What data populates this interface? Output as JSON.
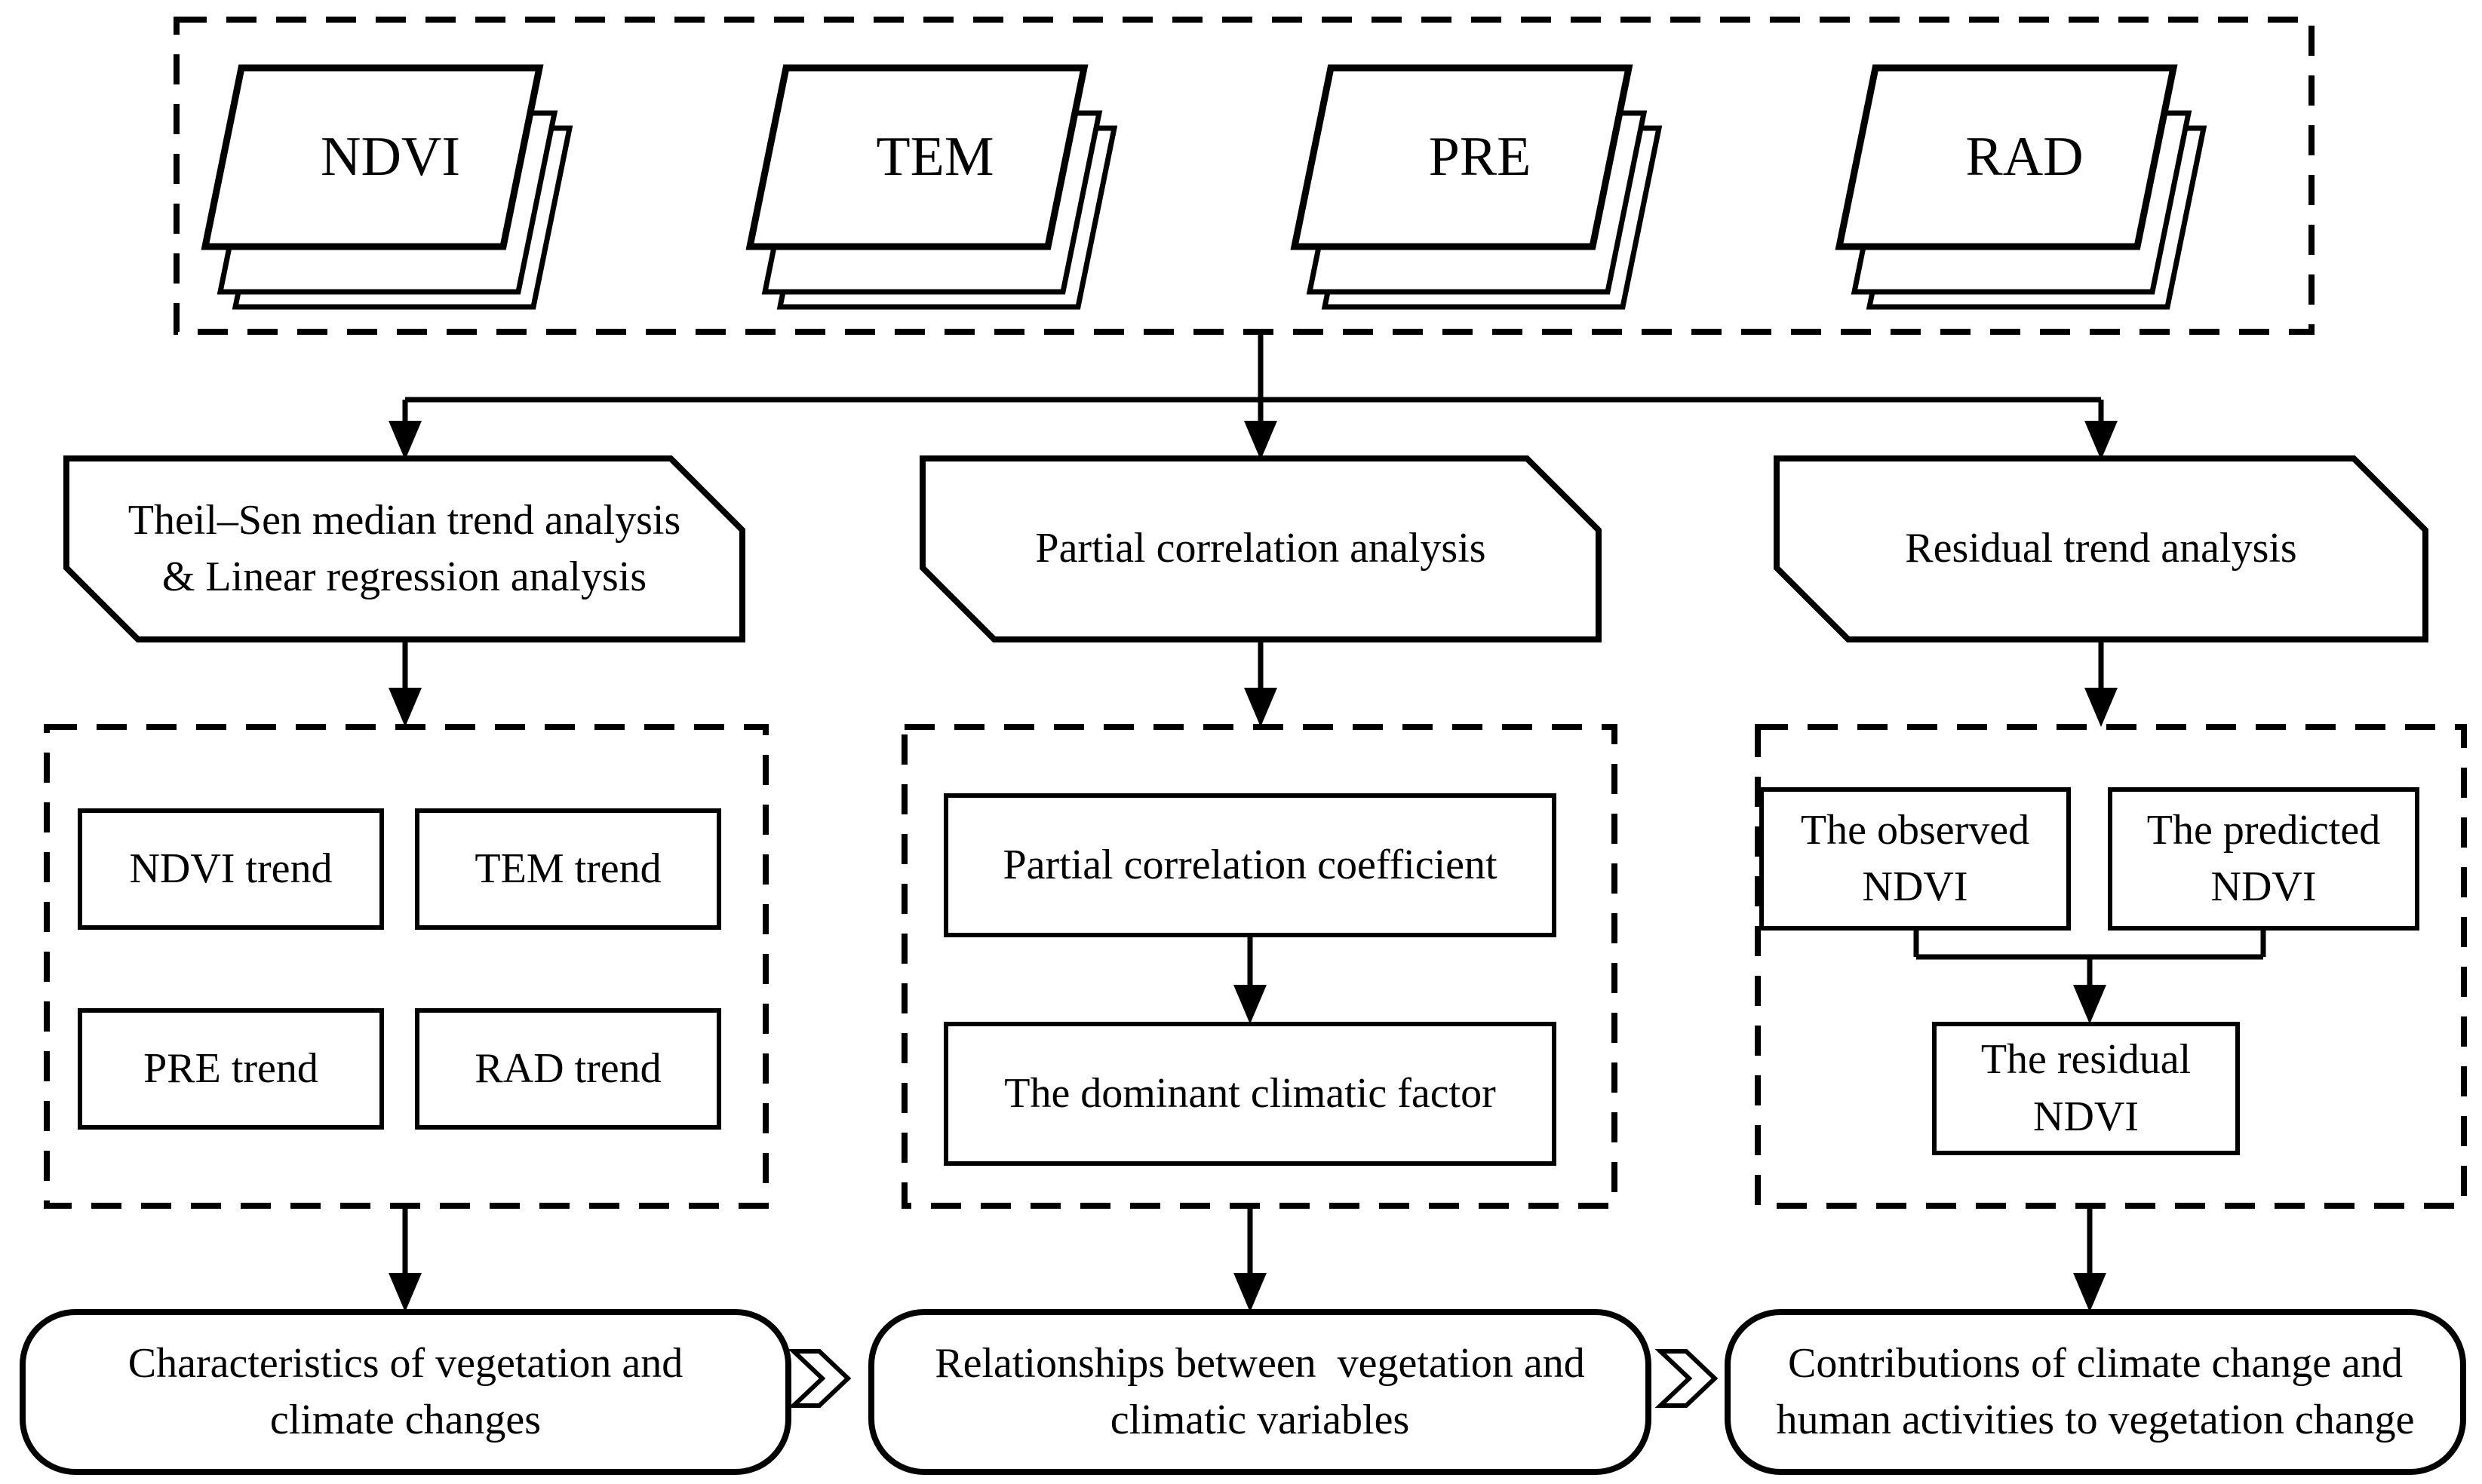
{
  "figure": {
    "background_color": "#ffffff",
    "line_color": "#000000",
    "inputs": {
      "stacks": [
        {
          "label": "NDVI"
        },
        {
          "label": "TEM"
        },
        {
          "label": "PRE"
        },
        {
          "label": "RAD"
        }
      ]
    },
    "methods": {
      "trend_analysis": {
        "lines": [
          "Theil–Sen median trend analysis",
          "& Linear regression analysis"
        ]
      },
      "partial_correlation": {
        "label": "Partial correlation analysis"
      },
      "residual_trend": {
        "label": "Residual trend analysis"
      }
    },
    "intermediate": {
      "trend_results": [
        {
          "label": "NDVI trend"
        },
        {
          "label": "TEM trend"
        },
        {
          "label": "PRE trend"
        },
        {
          "label": "RAD trend"
        }
      ],
      "partial_results": {
        "coefficient": {
          "label": "Partial correlation coefficient"
        },
        "dominant_factor": {
          "label": "The dominant climatic factor"
        }
      },
      "residual_results": {
        "observed": {
          "lines": [
            "The observed",
            "NDVI"
          ]
        },
        "predicted": {
          "lines": [
            "The predicted",
            "NDVI"
          ]
        },
        "residual": {
          "lines": [
            "The residual",
            "NDVI"
          ]
        }
      }
    },
    "outcomes": [
      {
        "lines": [
          "Characteristics of vegetation and",
          "climate changes"
        ]
      },
      {
        "lines": [
          "Relationships between  vegetation and",
          "climatic variables"
        ]
      },
      {
        "lines": [
          "Contributions of climate change and",
          "human activities to vegetation change"
        ]
      }
    ]
  }
}
